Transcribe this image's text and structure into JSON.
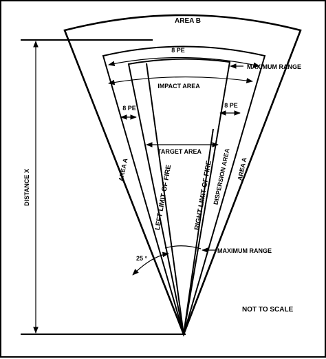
{
  "labels": {
    "area_b": "AREA B",
    "pe_top": "8 PE",
    "max_range_top": "MAXIMUM RANGE",
    "impact_area": "IMPACT AREA",
    "pe_left": "8 PE",
    "pe_right": "8 PE",
    "target_area": "TARGET AREA",
    "dispersion_area": "DISPERSION AREA",
    "area_a_left": "AREA A",
    "area_a_right": "AREA A",
    "distance_x": "DISTANCE X",
    "left_limit": "LEFT LIMIT OF FIRE",
    "right_limit": "RIGHT LIMIT OF FIRE",
    "max_range_bottom": "MAXIMUM RANGE",
    "angle": "25 °",
    "not_to_scale": "NOT TO SCALE"
  }
}
